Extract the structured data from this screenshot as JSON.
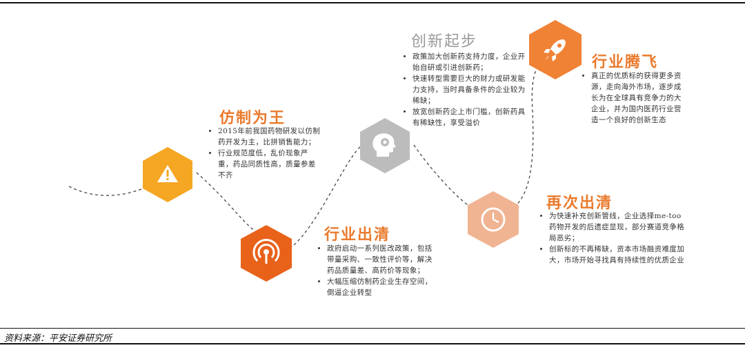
{
  "source_note": "资料来源：平安证券研究所",
  "stages": [
    {
      "title": "仿制为王",
      "icon": "warning-icon",
      "color": "#f5a623",
      "bullets": [
        "2015年前我国药物研发以仿制药开发为主，比拼销售能力；",
        "行业规范度低，乱价现象严重，药品同质性高，质量参差不齐"
      ]
    },
    {
      "title": "行业出清",
      "icon": "broadcast-icon",
      "color": "#e8621a",
      "bullets": [
        "政府启动一系列医改政策，包括带量采购、一致性评价等，解决药品质量差、高药价等现象；",
        "大幅压缩仿制药企业生存空间，倒逼企业转型"
      ]
    },
    {
      "title": "创新起步",
      "icon": "head-gear-icon",
      "color": "#bcbcbc",
      "bullets": [
        "政策加大创新药支持力度，企业开始自研或引进创新药；",
        "快速转型需要巨大的财力或研发能力支持，当时具备条件的企业较为稀缺；",
        "放宽创新药企上市门槛，创新药具有稀缺性，享受溢价"
      ]
    },
    {
      "title": "行业腾飞",
      "icon": "rocket-icon",
      "color": "#f08236",
      "bullets": [
        "真正的优质标的获得更多资源，走向海外市场，逐步成长为在全球具有竞争力的大企业，并为国内医药行业营造一个良好的创新生态"
      ]
    },
    {
      "title": "再次出清",
      "icon": "clock-icon",
      "color": "#f0b492",
      "bullets": [
        "为快速补充创新管线，企业选择me-too药物开发的后遗症显现，部分赛道竞争格局恶劣；",
        "创新标的不再稀缺，资本市场融资难度加大，市场开始寻找具有持续性的优质企业"
      ]
    }
  ]
}
